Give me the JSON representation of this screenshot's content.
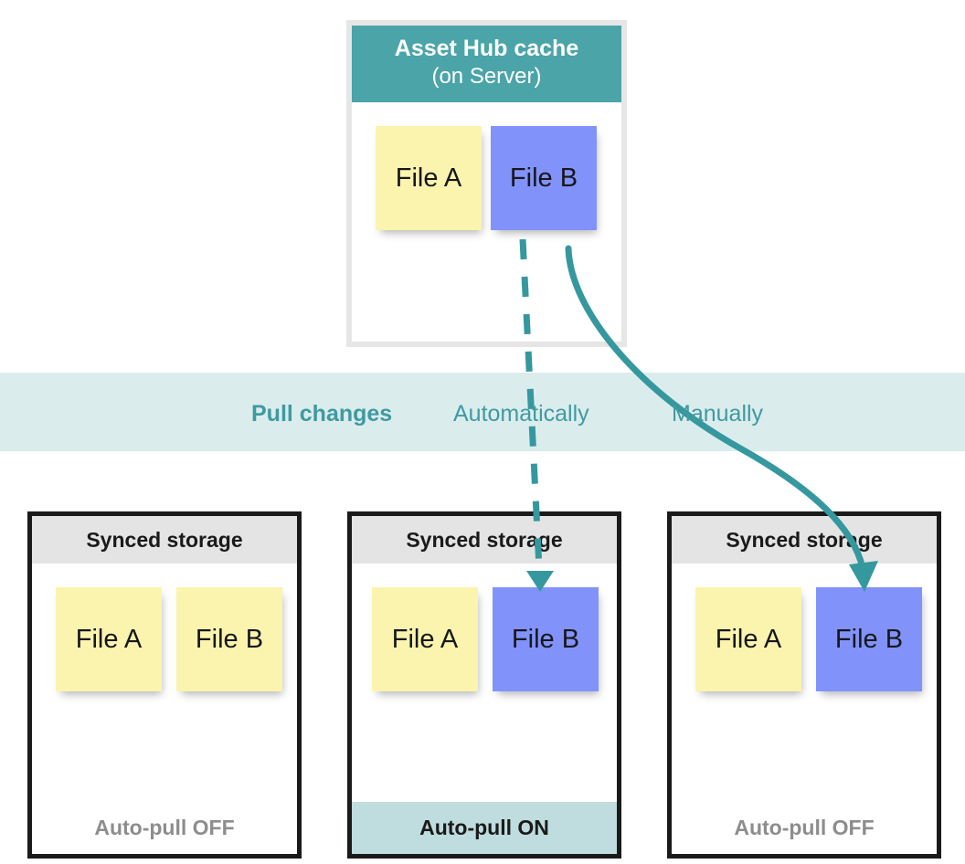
{
  "colors": {
    "teal_header": "#4ba4a8",
    "teal_band": "#dbeced",
    "teal_footer": "#bfdcde",
    "teal_text": "#3f9aa0",
    "arrow": "#35989e",
    "note_yellow": "#fbf4ae",
    "note_blue": "#8193fb",
    "box_border_black": "#1a1a1a",
    "box_border_gray": "#e6e6e6",
    "header_gray": "#e4e4e4",
    "label_off_gray": "#8d8d8d"
  },
  "cache": {
    "title": "Asset Hub cache",
    "subtitle": "(on Server)",
    "notes": [
      {
        "label": "File A",
        "color": "yellow"
      },
      {
        "label": "File B",
        "color": "blue"
      }
    ]
  },
  "band": {
    "title": "Pull changes",
    "automatic_label": "Automatically",
    "manual_label": "Manually"
  },
  "storages": [
    {
      "header": "Synced storage",
      "notes": [
        {
          "label": "File A",
          "color": "yellow"
        },
        {
          "label": "File B",
          "color": "yellow"
        }
      ],
      "footer": "Auto-pull OFF",
      "auto_pull": "OFF"
    },
    {
      "header": "Synced storage",
      "notes": [
        {
          "label": "File A",
          "color": "yellow"
        },
        {
          "label": "File B",
          "color": "blue"
        }
      ],
      "footer": "Auto-pull ON",
      "auto_pull": "ON"
    },
    {
      "header": "Synced storage",
      "notes": [
        {
          "label": "File A",
          "color": "yellow"
        },
        {
          "label": "File B",
          "color": "blue"
        }
      ],
      "footer": "Auto-pull OFF",
      "auto_pull": "OFF"
    }
  ]
}
